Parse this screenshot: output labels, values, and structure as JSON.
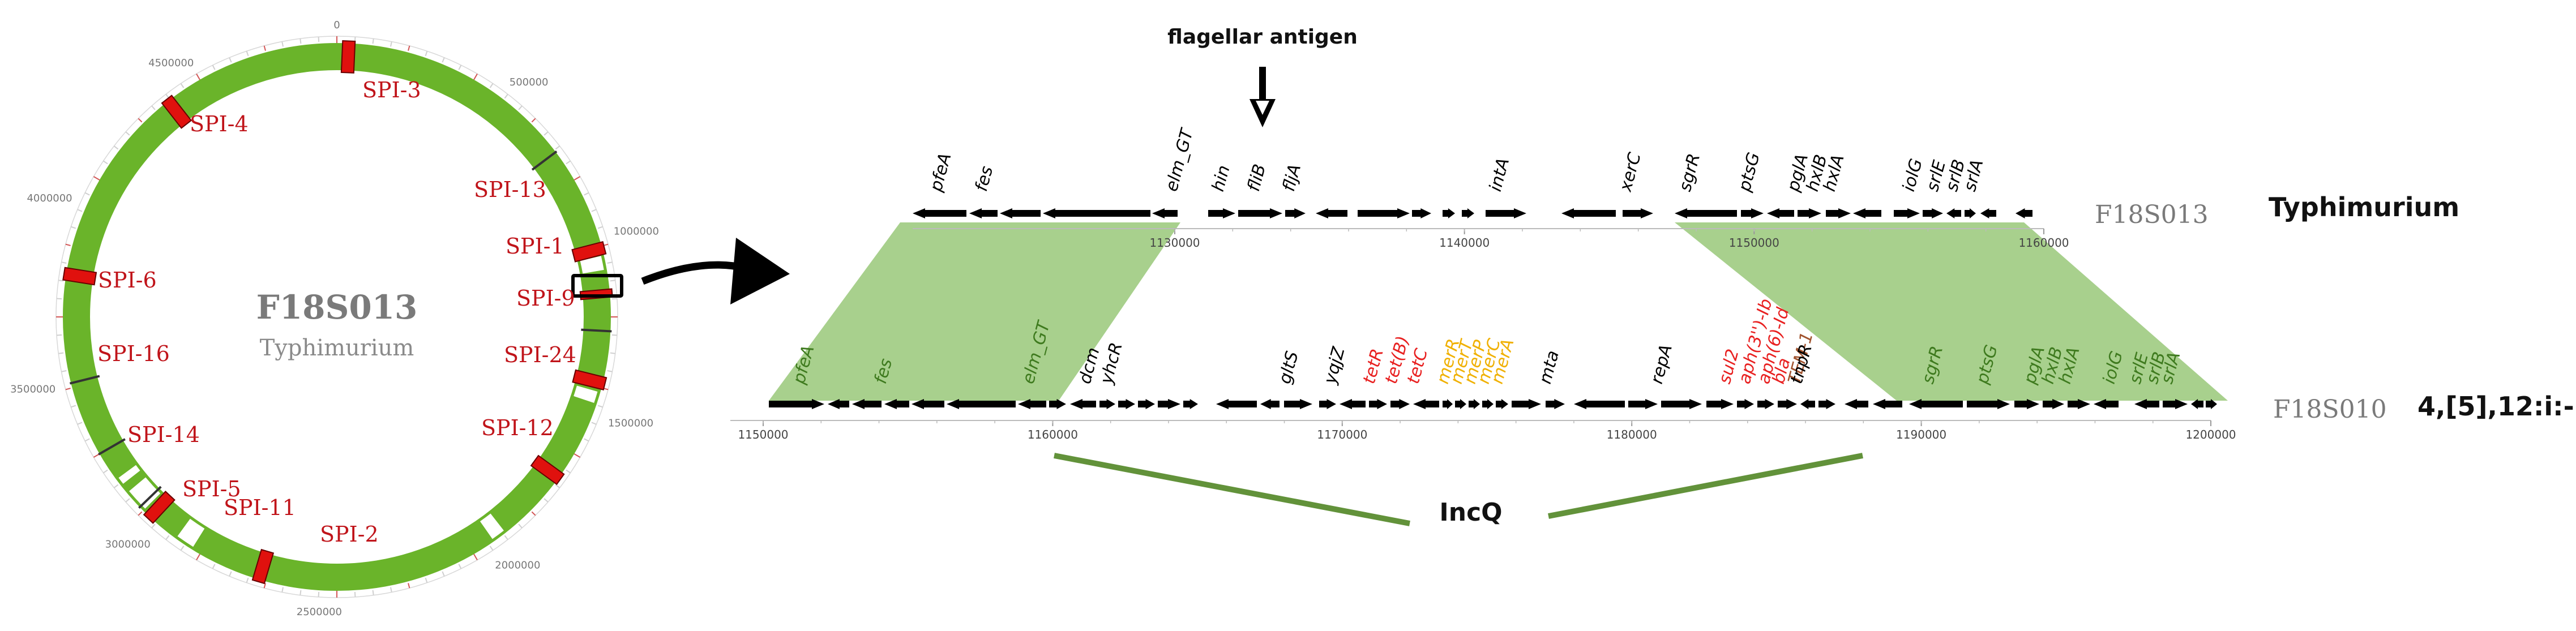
{
  "colors": {
    "ring_green": "#6AB42A",
    "spi_red": "#E0110E",
    "spi_label_red": "#C0141A",
    "synteny_green": "#A8D08D",
    "incq_line": "#62923A",
    "gene_black": "#000000",
    "gene_red": "#E82020",
    "gene_yellow": "#F0B000",
    "gene_green": "#3E7A1E",
    "gene_brown": "#A0522D",
    "strain_grey": "#7A7A7A"
  },
  "genome_map": {
    "strain": "F18S013",
    "serovar": "Typhimurium",
    "ticks": [
      "0",
      "500000",
      "1000000",
      "1500000",
      "2000000",
      "2500000",
      "3000000",
      "3500000",
      "4000000",
      "4500000"
    ],
    "islands": [
      {
        "id": "spi3",
        "label": "SPI-3"
      },
      {
        "id": "spi13",
        "label": "SPI-13"
      },
      {
        "id": "spi1",
        "label": "SPI-1"
      },
      {
        "id": "spi9",
        "label": "SPI-9"
      },
      {
        "id": "spi24",
        "label": "SPI-24"
      },
      {
        "id": "spi12",
        "label": "SPI-12"
      },
      {
        "id": "spi2",
        "label": "SPI-2"
      },
      {
        "id": "spi11",
        "label": "SPI-11"
      },
      {
        "id": "spi5",
        "label": "SPI-5"
      },
      {
        "id": "spi14",
        "label": "SPI-14"
      },
      {
        "id": "spi16",
        "label": "SPI-16"
      },
      {
        "id": "spi6",
        "label": "SPI-6"
      },
      {
        "id": "spi4",
        "label": "SPI-4"
      }
    ]
  },
  "comparison": {
    "annotation": "flagellar antigen",
    "top_track": {
      "strain": "F18S013",
      "serovar": "Typhimurium",
      "ticks": [
        "1130000",
        "1140000",
        "1150000",
        "1160000"
      ],
      "genes": [
        {
          "label": "pfeA",
          "color": "black"
        },
        {
          "label": "fes",
          "color": "black"
        },
        {
          "label": "elm_GT",
          "color": "black"
        },
        {
          "label": "hin",
          "color": "black"
        },
        {
          "label": "fliB",
          "color": "black"
        },
        {
          "label": "fljA",
          "color": "black"
        },
        {
          "label": "intA",
          "color": "black"
        },
        {
          "label": "xerC",
          "color": "black"
        },
        {
          "label": "sgrR",
          "color": "black"
        },
        {
          "label": "ptsG",
          "color": "black"
        },
        {
          "label": "pglA",
          "color": "black"
        },
        {
          "label": "hxlB",
          "color": "black"
        },
        {
          "label": "hxlA",
          "color": "black"
        },
        {
          "label": "iolG",
          "color": "black"
        },
        {
          "label": "srlE",
          "color": "black"
        },
        {
          "label": "srlB",
          "color": "black"
        },
        {
          "label": "srlA",
          "color": "black"
        }
      ]
    },
    "bottom_track": {
      "strain": "F18S010",
      "serovar": "4,[5],12:i:-",
      "ticks": [
        "1150000",
        "1160000",
        "1170000",
        "1180000",
        "1190000",
        "1200000"
      ],
      "genes": [
        {
          "label": "pfeA",
          "color": "green"
        },
        {
          "label": "fes",
          "color": "green"
        },
        {
          "label": "elm_GT",
          "color": "green"
        },
        {
          "label": "dcm",
          "color": "black"
        },
        {
          "label": "yhcR",
          "color": "black"
        },
        {
          "label": "gltS",
          "color": "black"
        },
        {
          "label": "yqjZ",
          "color": "black"
        },
        {
          "label": "tetR",
          "color": "red"
        },
        {
          "label": "tet(B)",
          "color": "red"
        },
        {
          "label": "tetC",
          "color": "red"
        },
        {
          "label": "merR",
          "color": "yellow"
        },
        {
          "label": "merT",
          "color": "yellow"
        },
        {
          "label": "merP",
          "color": "yellow"
        },
        {
          "label": "merC",
          "color": "yellow"
        },
        {
          "label": "merA",
          "color": "yellow"
        },
        {
          "label": "mta",
          "color": "black"
        },
        {
          "label": "repA",
          "color": "black"
        },
        {
          "label": "sul2",
          "color": "red"
        },
        {
          "label": "aph(3'')-Ib",
          "color": "red"
        },
        {
          "label": "aph(6)-Id",
          "color": "red"
        },
        {
          "label": "bla",
          "color": "red"
        },
        {
          "label": "TEM-1",
          "color": "brown"
        },
        {
          "label": "tnpR",
          "color": "black"
        },
        {
          "label": "sgrR",
          "color": "green"
        },
        {
          "label": "ptsG",
          "color": "green"
        },
        {
          "label": "pglA",
          "color": "green"
        },
        {
          "label": "hxlB",
          "color": "green"
        },
        {
          "label": "hxlA",
          "color": "green"
        },
        {
          "label": "iolG",
          "color": "green"
        },
        {
          "label": "srlE",
          "color": "green"
        },
        {
          "label": "srlB",
          "color": "green"
        },
        {
          "label": "srlA",
          "color": "green"
        }
      ]
    },
    "region_label": "IncQ"
  }
}
